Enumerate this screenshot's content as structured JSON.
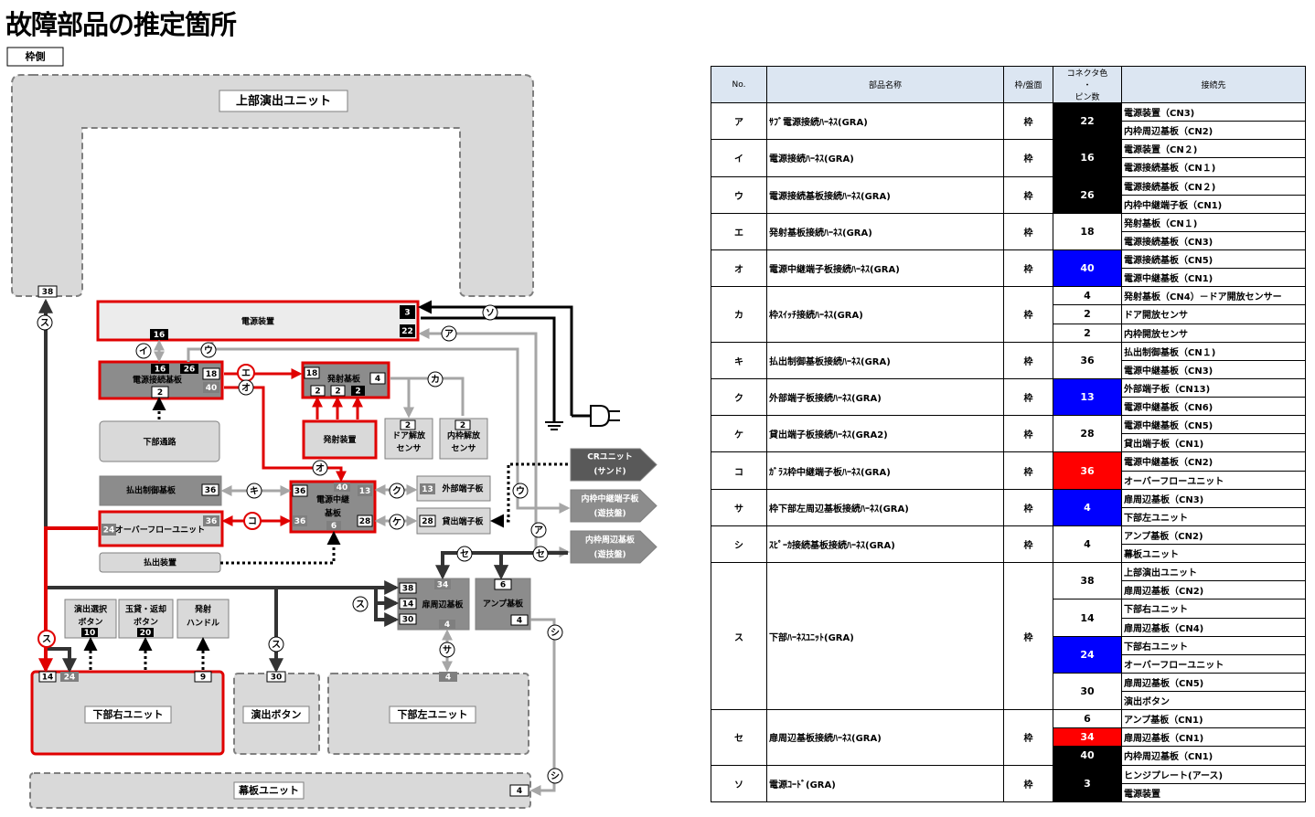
{
  "title": "故障部品の推定箇所",
  "diagram": {
    "side_label": "枠側",
    "units": {
      "top_effect": "上部演出ユニット",
      "power": "電源装置",
      "power_relay_board": "電源接続基板",
      "launch_board": "発射基板",
      "lower_passage": "下部通路",
      "launch_device": "発射装置",
      "door_sensor": [
        "ドア解放",
        "センサ"
      ],
      "inner_sensor": [
        "内枠解放",
        "センサ"
      ],
      "payout_ctrl": "払出制御基板",
      "relay_main": [
        "電源中継",
        "基板"
      ],
      "ext_terminal": "外部端子板",
      "lend_terminal": "貸出端子板",
      "overflow": "オーバーフローユニット",
      "payout_device": "払出装置",
      "cr_unit": [
        "CRユニット",
        "(サンド)"
      ],
      "inner_relay_terminal": [
        "内枠中継端子板",
        "(遊技盤)"
      ],
      "inner_periph_board": [
        "内枠周辺基板",
        "(遊技盤)"
      ],
      "door_periph_board": "扉周辺基板",
      "amp_board": "アンプ基板",
      "effect_select": [
        "演出選択",
        "ボタン"
      ],
      "ball_return": [
        "玉貸・返却",
        "ボタン"
      ],
      "launch_handle": [
        "発射",
        "ハンドル"
      ],
      "lower_right": "下部右ユニット",
      "effect_button": "演出ボタン",
      "lower_left": "下部左ユニット",
      "curtain": "幕板ユニット"
    },
    "pins": {
      "p38": "38",
      "p3": "3",
      "p22": "22",
      "p16": "16",
      "p26": "26",
      "p18": "18",
      "p40": "40",
      "p2": "2",
      "p4": "4",
      "p36": "36",
      "p13": "13",
      "p28": "28",
      "p24": "24",
      "p6": "6",
      "p34": "34",
      "p14": "14",
      "p30": "30",
      "p10": "10",
      "p20": "20",
      "p9": "9"
    },
    "markers": {
      "a": "ア",
      "i": "イ",
      "u": "ウ",
      "e": "エ",
      "o": "オ",
      "ka": "カ",
      "ki": "キ",
      "ku": "ク",
      "ke": "ケ",
      "ko": "コ",
      "sa": "サ",
      "shi": "シ",
      "su": "ス",
      "se": "セ",
      "so": "ソ"
    },
    "colors": {
      "red": "#e00000",
      "dark_line": "#333333",
      "gray_line": "#a6a6a6",
      "box_light": "#d9d9d9",
      "box_dark": "#8c8c8c",
      "black_pin": "#000000",
      "gray_pin": "#7f7f7f",
      "blue": "#0000ff"
    }
  },
  "table": {
    "headers": {
      "no": "No.",
      "name": "部品名称",
      "side": "枠/盤面",
      "conn_top": "コネクタ色",
      "conn_mid": "・",
      "conn_bot": "ピン数",
      "dest": "接続先"
    },
    "rows": [
      {
        "no": "ア",
        "name": "ｻﾌﾞ電源接続ﾊｰﾈｽ(GRA)",
        "side": "枠",
        "pins": [
          {
            "n": "22",
            "bg": "#000000",
            "fg": "#ffffff",
            "span": 2
          }
        ],
        "dest": [
          "電源装置（CN3)",
          "内枠周辺基板（CN2)"
        ]
      },
      {
        "no": "イ",
        "name": "電源接続ﾊｰﾈｽ(GRA)",
        "side": "枠",
        "pins": [
          {
            "n": "16",
            "bg": "#000000",
            "fg": "#ffffff",
            "span": 2
          }
        ],
        "dest": [
          "電源装置（CN２)",
          "電源接続基板（CN１)"
        ]
      },
      {
        "no": "ウ",
        "name": "電源接続基板接続ﾊｰﾈｽ(GRA)",
        "side": "枠",
        "pins": [
          {
            "n": "26",
            "bg": "#000000",
            "fg": "#ffffff",
            "span": 2
          }
        ],
        "dest": [
          "電源接続基板（CN２)",
          "内枠中継端子板（CN1)"
        ]
      },
      {
        "no": "エ",
        "name": "発射基板接続ﾊｰﾈｽ(GRA)",
        "side": "枠",
        "pins": [
          {
            "n": "18",
            "bg": "#ffffff",
            "fg": "#000000",
            "span": 2
          }
        ],
        "dest": [
          "発射基板（CN１)",
          "電源接続基板（CN3)"
        ]
      },
      {
        "no": "オ",
        "name": "電源中継端子板接続ﾊｰﾈｽ(GRA)",
        "side": "枠",
        "pins": [
          {
            "n": "40",
            "bg": "#0000ff",
            "fg": "#ffffff",
            "span": 2
          }
        ],
        "dest": [
          "電源接続基板（CN5)",
          "電源中継基板（CN1)"
        ]
      },
      {
        "no": "カ",
        "name": "枠ｽｲｯﾁ接続ﾊｰﾈｽ(GRA)",
        "side": "枠",
        "pins": [
          {
            "n": "4",
            "bg": "#ffffff",
            "fg": "#000000",
            "span": 1
          },
          {
            "n": "2",
            "bg": "#ffffff",
            "fg": "#000000",
            "span": 1
          },
          {
            "n": "2",
            "bg": "#ffffff",
            "fg": "#000000",
            "span": 1
          }
        ],
        "dest": [
          "発射基板（CN4）－ドア開放センサー",
          "ドア開放センサ",
          "内枠開放センサ"
        ]
      },
      {
        "no": "キ",
        "name": "払出制御基板接続ﾊｰﾈｽ(GRA)",
        "side": "枠",
        "pins": [
          {
            "n": "36",
            "bg": "#ffffff",
            "fg": "#000000",
            "span": 2
          }
        ],
        "dest": [
          "払出制御基板（CN１)",
          "電源中継基板（CN3)"
        ]
      },
      {
        "no": "ク",
        "name": "外部端子板接続ﾊｰﾈｽ(GRA)",
        "side": "枠",
        "pins": [
          {
            "n": "13",
            "bg": "#0000ff",
            "fg": "#ffffff",
            "span": 2
          }
        ],
        "dest": [
          "外部端子板（CN13)",
          "電源中継基板（CN6)"
        ]
      },
      {
        "no": "ケ",
        "name": "貸出端子板接続ﾊｰﾈｽ(GRA2)",
        "side": "枠",
        "pins": [
          {
            "n": "28",
            "bg": "#ffffff",
            "fg": "#000000",
            "span": 2
          }
        ],
        "dest": [
          "電源中継基板（CN5)",
          "貸出端子板（CN1)"
        ]
      },
      {
        "no": "コ",
        "name": "ｶﾞﾗｽ枠中継端子板ﾊｰﾈｽ(GRA)",
        "side": "枠",
        "pins": [
          {
            "n": "36",
            "bg": "#ff0000",
            "fg": "#ffffff",
            "span": 2
          }
        ],
        "dest": [
          "電源中継基板（CN2)",
          "オーバーフローユニット"
        ]
      },
      {
        "no": "サ",
        "name": "枠下部左周辺基板接続ﾊｰﾈｽ(GRA)",
        "side": "枠",
        "pins": [
          {
            "n": "4",
            "bg": "#0000ff",
            "fg": "#ffffff",
            "span": 2
          }
        ],
        "dest": [
          "扉周辺基板（CN3)",
          "下部左ユニット"
        ]
      },
      {
        "no": "シ",
        "name": "ｽﾋﾟｰｶ接続基板接続ﾊｰﾈｽ(GRA)",
        "side": "枠",
        "pins": [
          {
            "n": "4",
            "bg": "#ffffff",
            "fg": "#000000",
            "span": 2
          }
        ],
        "dest": [
          "アンプ基板（CN2)",
          "幕板ユニット"
        ]
      },
      {
        "no": "ス",
        "name": "下部ﾊｰﾈｽﾕﾆｯﾄ(GRA)",
        "side": "枠",
        "pins": [
          {
            "n": "38",
            "bg": "#ffffff",
            "fg": "#000000",
            "span": 2
          },
          {
            "n": "14",
            "bg": "#ffffff",
            "fg": "#000000",
            "span": 2
          },
          {
            "n": "24",
            "bg": "#0000ff",
            "fg": "#ffffff",
            "span": 2
          },
          {
            "n": "30",
            "bg": "#ffffff",
            "fg": "#000000",
            "span": 2
          }
        ],
        "dest": [
          "上部演出ユニット",
          "扉周辺基板（CN2)",
          "下部右ユニット",
          "扉周辺基板（CN4)",
          "下部右ユニット",
          "オーバーフローユニット",
          "扉周辺基板（CN5)",
          "演出ボタン"
        ]
      },
      {
        "no": "セ",
        "name": "扉周辺基板接続ﾊｰﾈｽ(GRA)",
        "side": "枠",
        "pins": [
          {
            "n": "6",
            "bg": "#ffffff",
            "fg": "#000000",
            "span": 1
          },
          {
            "n": "34",
            "bg": "#ff0000",
            "fg": "#ffffff",
            "span": 1
          },
          {
            "n": "40",
            "bg": "#000000",
            "fg": "#ffffff",
            "span": 1
          }
        ],
        "dest": [
          "アンプ基板（CN1)",
          "扉周辺基板（CN1)",
          "内枠周辺基板（CN1)"
        ]
      },
      {
        "no": "ソ",
        "name": "電源ｺｰﾄﾞ(GRA)",
        "side": "枠",
        "pins": [
          {
            "n": "3",
            "bg": "#000000",
            "fg": "#ffffff",
            "span": 2
          }
        ],
        "dest": [
          "ヒンジプレート(アース)",
          "電源装置"
        ]
      }
    ]
  }
}
